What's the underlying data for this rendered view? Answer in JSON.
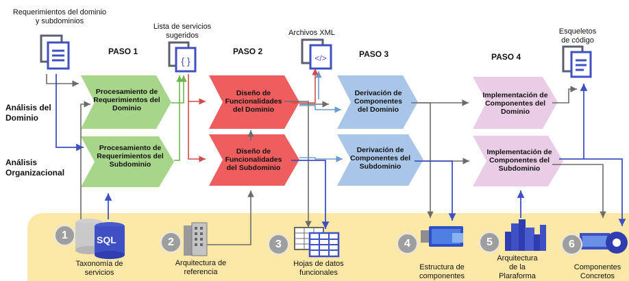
{
  "steps": {
    "paso1": "PASO 1",
    "paso2": "PASO 2",
    "paso3": "PASO 3",
    "paso4": "PASO 4"
  },
  "rows": {
    "dominio": "Análisis del Dominio",
    "organizacional": "Análisis Organizacional"
  },
  "inputs": {
    "requerimientos": "Requerimientos del dominio y subdominios",
    "lista_servicios": "Lista de servicios sugeridos",
    "archivos_xml": "Archivos XML",
    "esqueletos": "Esqueletos de código"
  },
  "processes": {
    "p1_dominio": "Procesamiento de Requerimientos del Dominio",
    "p1_subdominio": "Procesamiento de Requerimientos del Subdominio",
    "p2_dominio": "Diseño de Funcionalidades del Dominio",
    "p2_subdominio": "Diseño de Funcionalidades del Subdominio",
    "p3_dominio": "Derivación de Componentes del Dominio",
    "p3_subdominio": "Derivación de Componentes del Subdominio",
    "p4_dominio": "Implementación de Componentes del Dominio",
    "p4_subdominio": "Implementación de Componentes del Subdominio"
  },
  "assets": [
    {
      "num": "1",
      "label": "Taxonomía de servicios",
      "icon_text": "SQL"
    },
    {
      "num": "2",
      "label": "Arquitectura de referencia"
    },
    {
      "num": "3",
      "label": "Hojas de datos funcionales"
    },
    {
      "num": "4",
      "label": "Estructura de componentes"
    },
    {
      "num": "5",
      "label": "Arquitectura de la Plaraforma"
    },
    {
      "num": "6",
      "label": "Componentes Concretos"
    }
  ],
  "colors": {
    "green": "#a7d58a",
    "red": "#ee5e5e",
    "blue": "#a9c6e8",
    "pink": "#e8cde4",
    "band": "#fbe7a6",
    "arrow_blue": "#3f4fc4",
    "arrow_gray": "#6b6b6b",
    "arrow_red": "#d34b4b",
    "arrow_green": "#6fb34c"
  }
}
